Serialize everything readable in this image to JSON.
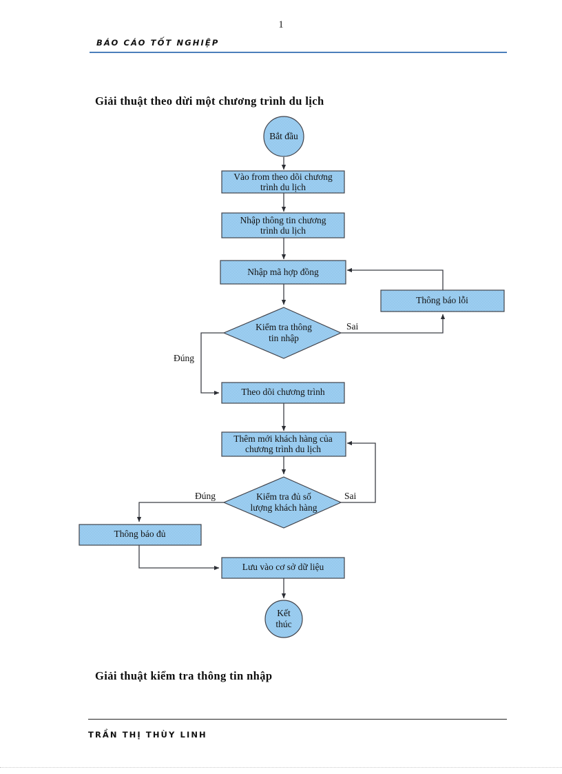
{
  "header": {
    "page_number": "1",
    "title": "BÁO CÁO TỐT NGHIỆP"
  },
  "footer": {
    "author": "TRẦN THỊ THÙY LINH"
  },
  "document": {
    "figure_title": "Giải thuật theo dừi một chương trình du lịch",
    "figure_caption": "Giải thuật kiểm tra thông tin nhập"
  },
  "colors": {
    "shape_fill": "#9ccdf0",
    "shape_stroke": "#40424a",
    "header_rule": "#4a7ebb",
    "connector": "#3b3d44",
    "text": "#121212"
  },
  "chart_data": {
    "type": "flowchart",
    "title": "Giải thuật theo dừi một chương trình du lịch",
    "nodes": [
      {
        "id": "start",
        "shape": "circle",
        "label_lines": [
          "Bắt đầu"
        ]
      },
      {
        "id": "form",
        "shape": "rect",
        "label_lines": [
          "Vào from theo dõi chương",
          "trình du lịch"
        ]
      },
      {
        "id": "input",
        "shape": "rect",
        "label_lines": [
          "Nhập thông tin chương",
          "trình du lịch"
        ]
      },
      {
        "id": "contract",
        "shape": "rect",
        "label_lines": [
          "Nhập mã hợp đồng"
        ]
      },
      {
        "id": "check1",
        "shape": "diamond",
        "label_lines": [
          "Kiểm tra thông",
          "tin nhập"
        ]
      },
      {
        "id": "error",
        "shape": "rect",
        "label_lines": [
          "Thông báo lỗi"
        ]
      },
      {
        "id": "track",
        "shape": "rect",
        "label_lines": [
          "Theo dõi chương trình"
        ]
      },
      {
        "id": "addcust",
        "shape": "rect",
        "label_lines": [
          "Thêm mới khách hàng của",
          "chương trình du lịch"
        ]
      },
      {
        "id": "check2",
        "shape": "diamond",
        "label_lines": [
          "Kiểm tra đủ số",
          "lượng khách hàng"
        ]
      },
      {
        "id": "full",
        "shape": "rect",
        "label_lines": [
          "Thông báo đủ"
        ]
      },
      {
        "id": "save",
        "shape": "rect",
        "label_lines": [
          "Lưu vào cơ sở dữ liệu"
        ]
      },
      {
        "id": "end",
        "shape": "circle",
        "label_lines": [
          "Kết",
          "thúc"
        ]
      }
    ],
    "edges": [
      {
        "from": "start",
        "to": "form",
        "label": ""
      },
      {
        "from": "form",
        "to": "input",
        "label": ""
      },
      {
        "from": "input",
        "to": "contract",
        "label": ""
      },
      {
        "from": "contract",
        "to": "check1",
        "label": ""
      },
      {
        "from": "check1",
        "to": "error",
        "label": "Sai"
      },
      {
        "from": "error",
        "to": "contract",
        "label": ""
      },
      {
        "from": "check1",
        "to": "track",
        "label": "Đúng"
      },
      {
        "from": "track",
        "to": "addcust",
        "label": ""
      },
      {
        "from": "addcust",
        "to": "check2",
        "label": ""
      },
      {
        "from": "check2",
        "to": "addcust",
        "label": "Sai"
      },
      {
        "from": "check2",
        "to": "full",
        "label": "Đúng"
      },
      {
        "from": "full",
        "to": "save",
        "label": ""
      },
      {
        "from": "save",
        "to": "end",
        "label": ""
      }
    ],
    "edge_labels": {
      "sai_1": "Sai",
      "dung_1": "Đúng",
      "dung_2": "Đúng",
      "sai_2": "Sai"
    }
  }
}
